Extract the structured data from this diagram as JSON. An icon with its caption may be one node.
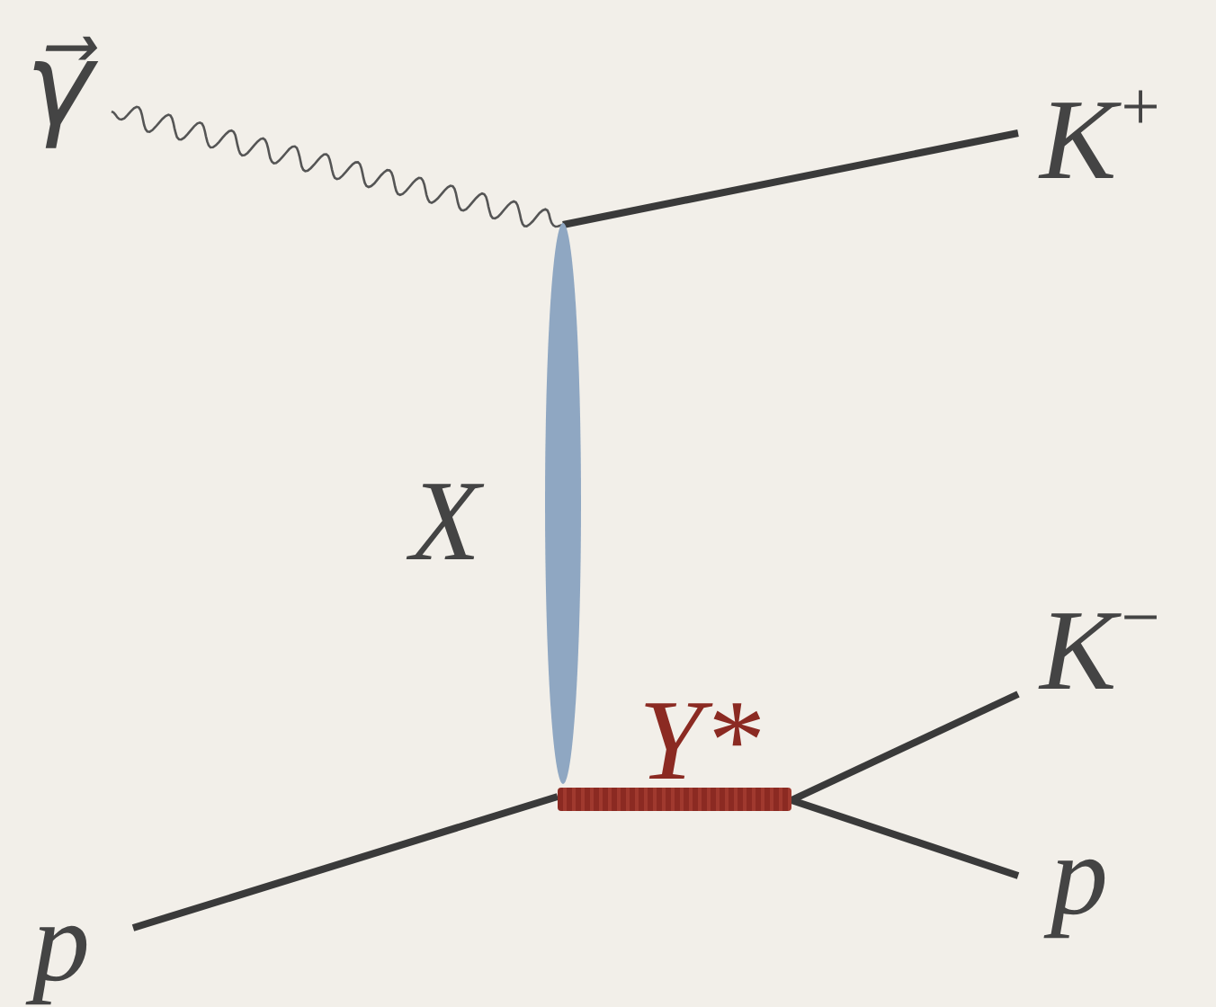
{
  "diagram": {
    "nodes": [
      {
        "text": [
          "γ⃗"
        ]
      },
      {
        "text": [
          "K$^{+}$"
        ]
      },
      {
        "text": [],
        "shape": "ellipse",
        "beside": [
          "X"
        ]
      },
      {
        "text": [],
        "shape": "bar",
        "beside": [
          "Y*"
        ]
      },
      {
        "text": [
          "K$^{−}$"
        ]
      },
      {
        "text": [
          "p"
        ]
      },
      {
        "text": [
          "p"
        ]
      }
    ],
    "edges": [
      {
        "from": 0,
        "to": 2,
        "arrow": "none",
        "color": "#555555"
      },
      {
        "from": 2,
        "to": 1,
        "arrow": "none"
      },
      {
        "from": 5,
        "to": 3,
        "arrow": "none"
      },
      {
        "from": 3,
        "to": 4,
        "arrow": "none"
      },
      {
        "from": 3,
        "to": 6,
        "arrow": "none"
      }
    ]
  }
}
